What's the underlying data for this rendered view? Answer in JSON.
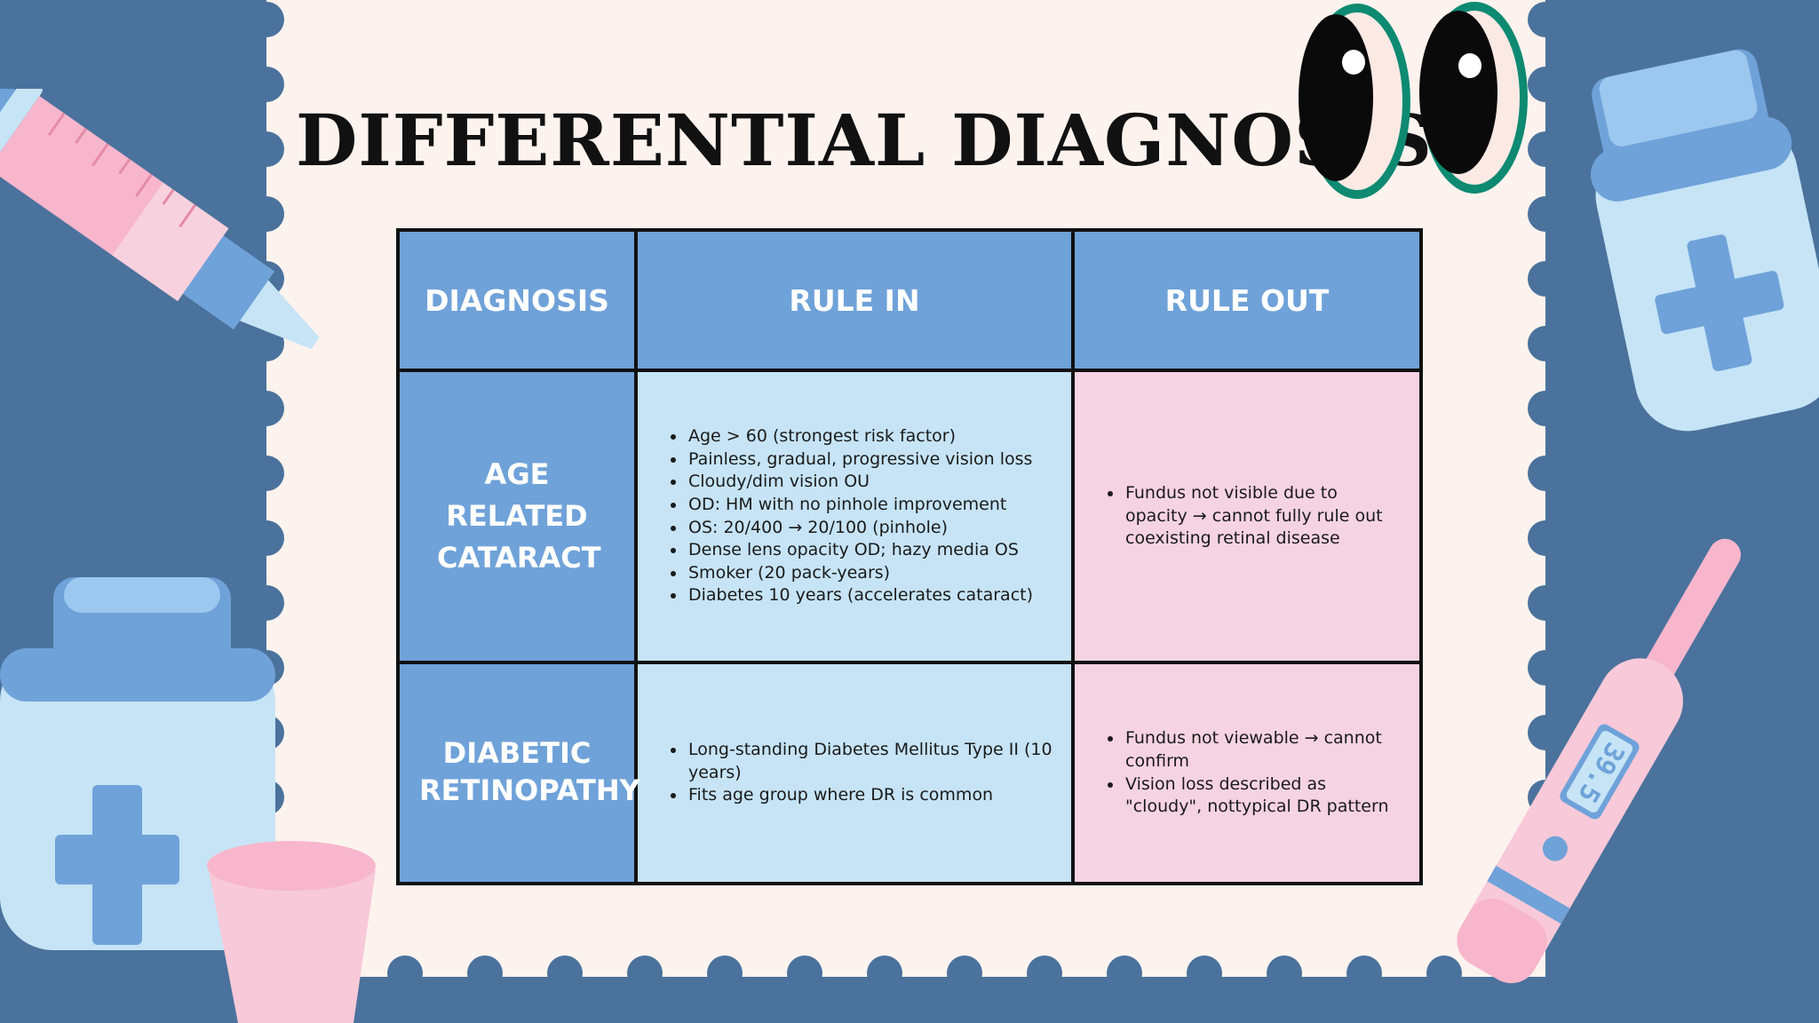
{
  "title": "DIFFERENTIAL DIAGNOSIS",
  "colors": {
    "background": "#4a729c",
    "paper": "#fdf3ee",
    "header_fill": "#6fa2d9",
    "rule_in_fill": "#c6e4f6",
    "rule_out_fill": "#f6d3e2",
    "accent_pink": "#f7b6cc",
    "accent_green": "#0e8a72"
  },
  "table": {
    "headers": [
      "DIAGNOSIS",
      "RULE IN",
      "RULE OUT"
    ],
    "rows": [
      {
        "diagnosis": "AGE RELATED CATARACT",
        "rule_in": [
          "Age > 60 (strongest risk factor)",
          "Painless, gradual, progressive vision loss",
          "Cloudy/dim vision OU",
          "OD: HM with no pinhole improvement",
          "OS: 20/400 → 20/100 (pinhole)",
          "Dense lens opacity OD; hazy media OS",
          "Smoker (20 pack-years)",
          "Diabetes 10 years (accelerates cataract)"
        ],
        "rule_out": [
          "Fundus not visible due to opacity → cannot fully rule out coexisting retinal disease"
        ]
      },
      {
        "diagnosis": "DIABETIC RETINOPATHY",
        "rule_in": [
          "Long-standing Diabetes Mellitus Type II (10 years)",
          "Fits age group where DR is common"
        ],
        "rule_out": [
          "Fundus not viewable → cannot confirm",
          "Vision loss described as \"cloudy\", nottypical DR pattern"
        ]
      }
    ]
  },
  "thermometer": {
    "reading": "39.5"
  },
  "decorations": [
    "googly-eyes",
    "syringe",
    "medicine-bottle",
    "medicine-cup",
    "thermometer"
  ]
}
